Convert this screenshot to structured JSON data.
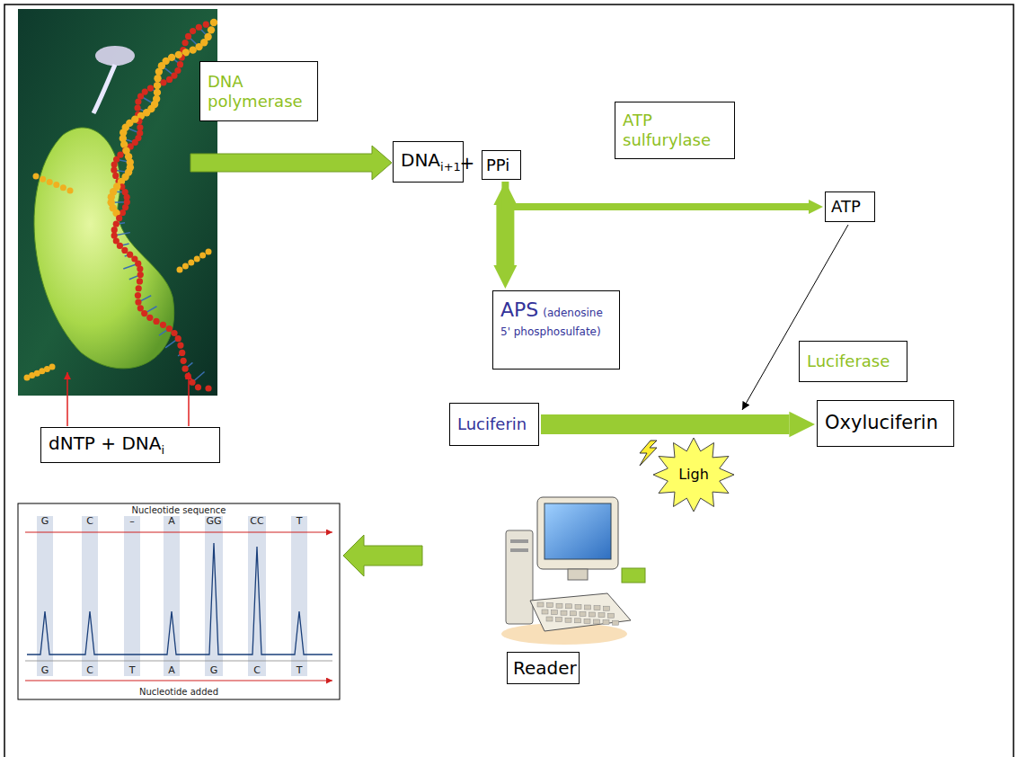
{
  "diagram": {
    "nodes": [
      {
        "text": [
          "DNA polymerase"
        ]
      },
      {
        "text": [
          "DNAi+1"
        ]
      },
      {
        "text": [
          "PPi"
        ]
      },
      {
        "text": [
          "ATP sulfurylase"
        ]
      },
      {
        "text": [
          "ATP"
        ]
      },
      {
        "text": [
          "APS",
          "(adenosine 5' phosphosulfate)"
        ]
      },
      {
        "text": [
          "Luciferase"
        ]
      },
      {
        "text": [
          "dNTP + DNAi"
        ]
      },
      {
        "text": [
          "Luciferin"
        ]
      },
      {
        "text": [
          "Oxyluciferin"
        ]
      },
      {
        "text": [
          "Ligh"
        ]
      },
      {
        "text": [
          "Reader"
        ]
      }
    ],
    "edges": [
      {
        "from": 2,
        "to": 5,
        "arrow": "both"
      },
      {
        "from": 2,
        "to": 4,
        "arrow": "to"
      },
      {
        "from": 8,
        "to": 9,
        "arrow": "to"
      }
    ],
    "labels": [
      "+",
      "Nucleotide sequence",
      "G",
      "C",
      "–",
      "A",
      "GG",
      "CC",
      "T",
      "G",
      "C",
      "T",
      "A",
      "G",
      "C",
      "T",
      "Nucleotide added"
    ]
  }
}
